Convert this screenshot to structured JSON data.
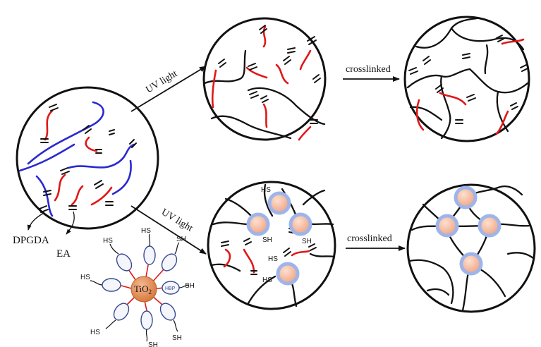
{
  "labels": {
    "uv_top": "UV light",
    "uv_bottom": "UV light",
    "crosslinked_top": "crosslinked",
    "crosslinked_bottom": "crosslinked",
    "dpgda": "DPGDA",
    "ea": "EA",
    "tio2_main": "TiO",
    "tio2_sub": "2",
    "hbp": "HBP",
    "hs": "HS",
    "sh": "SH"
  },
  "colors": {
    "dpgda_chain": "#2a2ad0",
    "ea_chain": "#e01818",
    "network": "#111111",
    "nanoparticle_core": "#f2b49a",
    "nanoparticle_ring": "#9fb4e8",
    "tio2_core": "#e08a55",
    "shell": "#3a4a90"
  }
}
